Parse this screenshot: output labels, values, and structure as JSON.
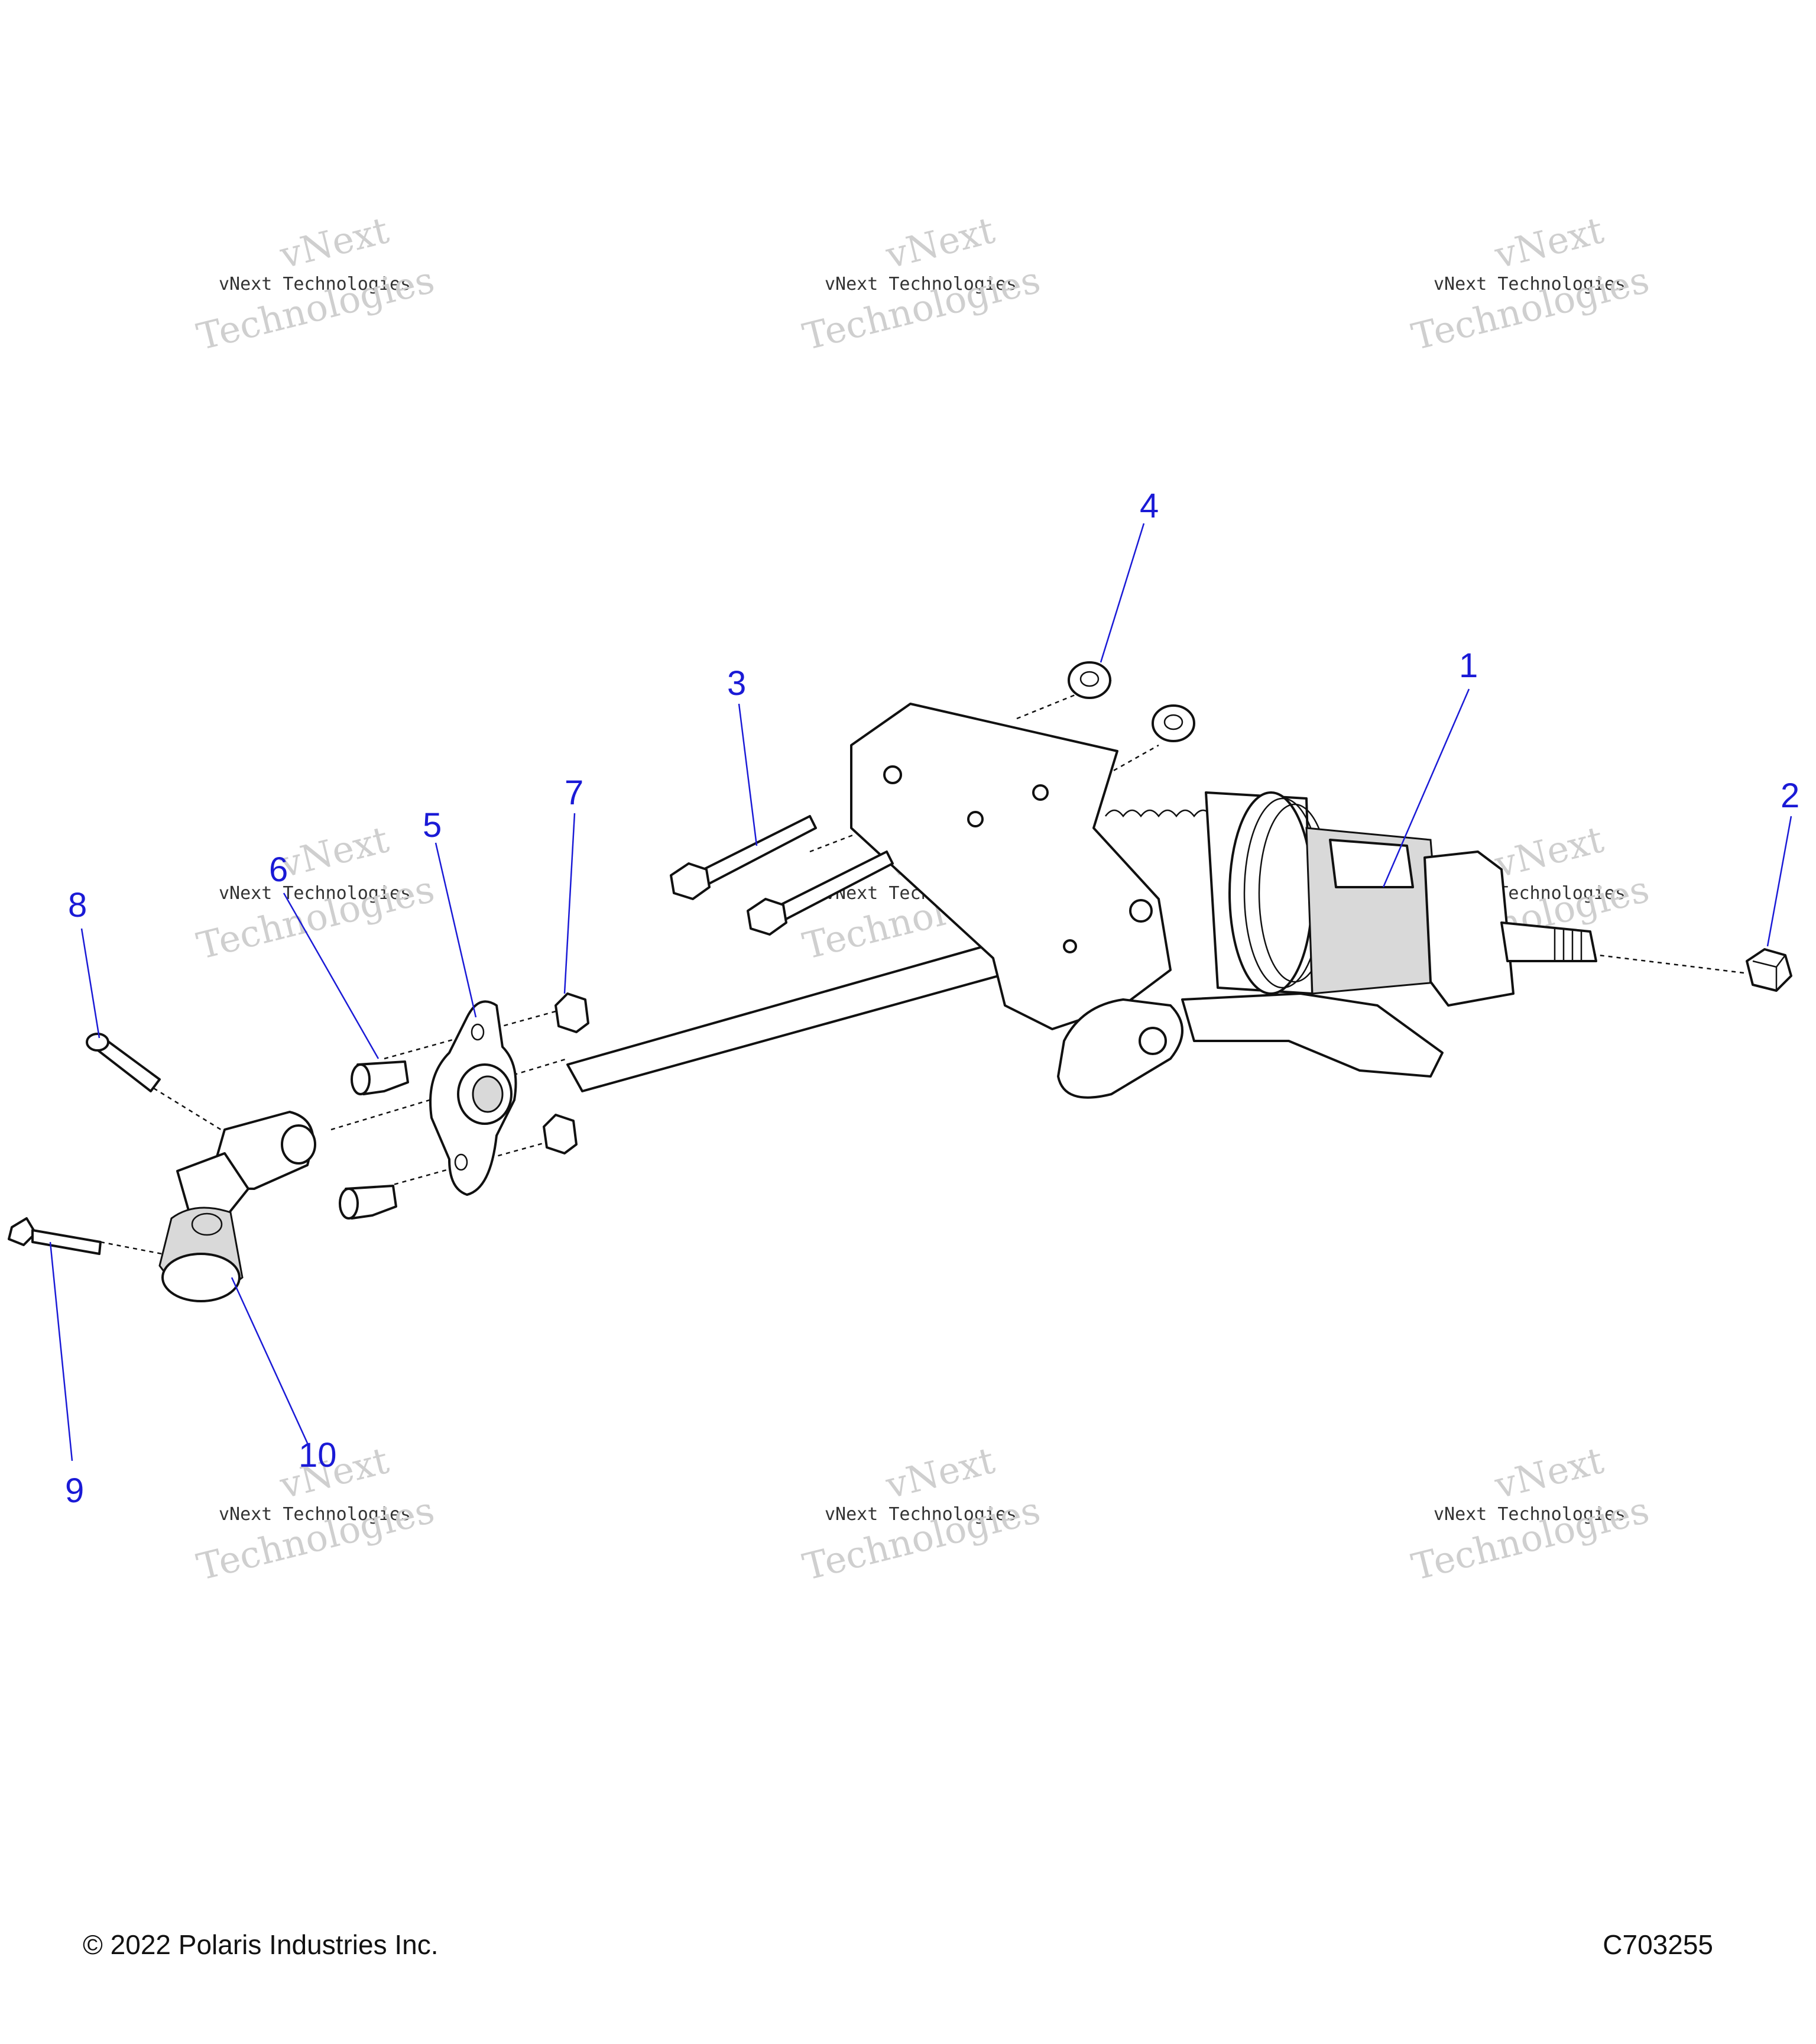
{
  "callouts": [
    "1",
    "2",
    "3",
    "4",
    "5",
    "6",
    "7",
    "8",
    "9",
    "10"
  ],
  "watermark": {
    "line1": "vNext",
    "line2": "vNext Technologies",
    "line3": "Technologies"
  },
  "footer": {
    "copyright": "© 2022 Polaris Industries Inc.",
    "code": "C703255"
  },
  "colors": {
    "callout": "#1a1ad6",
    "line": "#111111",
    "watermark": "#cfcfcf"
  }
}
